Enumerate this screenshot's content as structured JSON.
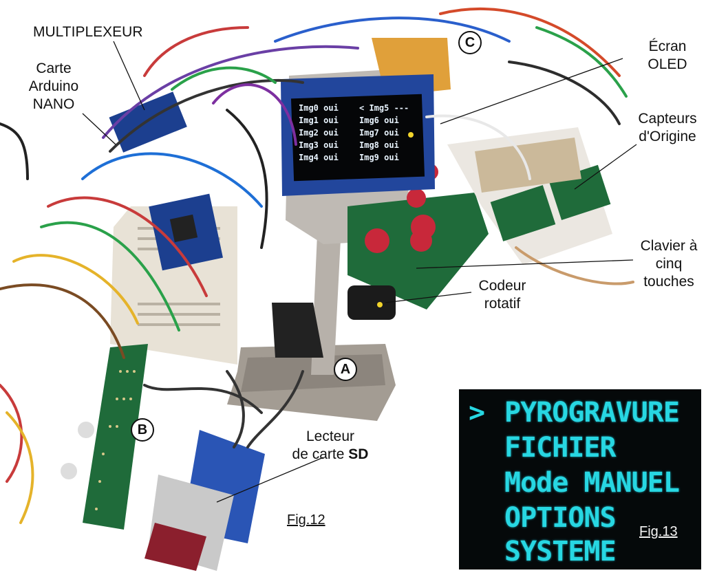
{
  "labels": {
    "multiplexeur": "MULTIPLEXEUR",
    "arduino": [
      "Carte",
      "Arduino",
      "NANO"
    ],
    "ecran": [
      "Écran",
      "OLED"
    ],
    "capteurs": [
      "Capteurs",
      "d'Origine"
    ],
    "clavier": [
      "Clavier à",
      "cinq",
      "touches"
    ],
    "codeur": [
      "Codeur",
      "rotatif"
    ],
    "lecteur": [
      "Lecteur",
      "de carte ",
      "SD"
    ],
    "fig12": "Fig.12"
  },
  "markers": {
    "a": "A",
    "b": "B",
    "c": "C"
  },
  "oled_small": {
    "rows": [
      [
        "Img0 oui",
        "< Img5 ---"
      ],
      [
        "Img1 oui",
        "Img6 oui"
      ],
      [
        "Img2 oui",
        "Img7 oui"
      ],
      [
        "Img3 oui",
        "Img8 oui"
      ],
      [
        "Img4 oui",
        "Img9 oui"
      ]
    ]
  },
  "oled_menu": {
    "cursor": ">",
    "items": [
      "PYROGRAVURE",
      "FICHIER",
      "Mode MANUEL",
      "OPTIONS",
      "SYSTEME"
    ],
    "fig_label": "Fig.13"
  },
  "colors": {
    "oled_text": "#27d7e2",
    "pcb_green": "#1f6b3a",
    "button_red": "#c8283a",
    "breadboard": "#e8e2d6"
  }
}
